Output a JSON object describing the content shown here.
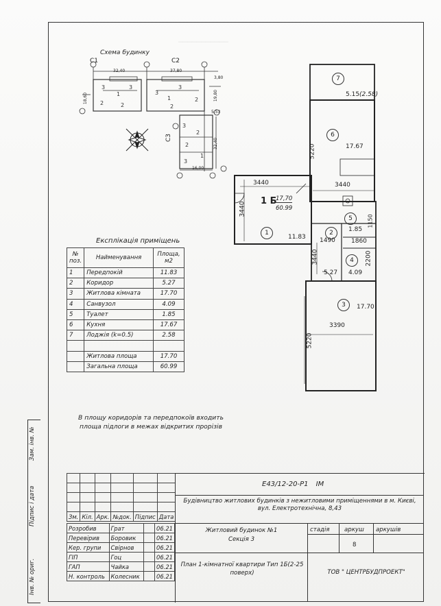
{
  "scheme": {
    "title": "Схема будинку",
    "sections": [
      "C1",
      "C2",
      "C3"
    ],
    "dims": [
      "32,40",
      "37,80",
      "32,40",
      "16,00",
      "19,80",
      "18,60",
      "3,80",
      "5,53"
    ]
  },
  "plan": {
    "apt_type": "1 Б",
    "living_area": "17,70",
    "total_area": "60.99",
    "dims": {
      "d1": "3440",
      "d2": "3440",
      "d3": "5220",
      "d4": "3440",
      "d5": "1490",
      "d6": "1860",
      "d7": "2200",
      "d8": "1150",
      "d9": "3440",
      "d10": "3390",
      "d11": "5220"
    },
    "rooms": [
      {
        "n": "1",
        "area": "11.83"
      },
      {
        "n": "2",
        "area": "5.27"
      },
      {
        "n": "3",
        "area": "17.70"
      },
      {
        "n": "4",
        "area": "4.09"
      },
      {
        "n": "5",
        "area": "1.85"
      },
      {
        "n": "6",
        "area": "17.67"
      },
      {
        "n": "7",
        "area": "5.15",
        "extra": "(2.58)"
      }
    ]
  },
  "explication": {
    "title": "Експлікація приміщень",
    "headers": {
      "no": "№",
      "no2": "поз.",
      "name": "Найменування",
      "area": "Площа,",
      "unit": "м2"
    },
    "rows": [
      {
        "no": "1",
        "name": "Передпокій",
        "area": "11.83"
      },
      {
        "no": "2",
        "name": "Коридор",
        "area": "5.27"
      },
      {
        "no": "3",
        "name": "Житлова кімната",
        "area": "17.70"
      },
      {
        "no": "4",
        "name": "Санвузол",
        "area": "4.09"
      },
      {
        "no": "5",
        "name": "Туалет",
        "area": "1.85"
      },
      {
        "no": "6",
        "name": "Кухня",
        "area": "17.67"
      },
      {
        "no": "7",
        "name": "Лоджія (k=0.5)",
        "area": "2.58"
      }
    ],
    "totals": [
      {
        "name": "Житлова площа",
        "area": "17.70"
      },
      {
        "name": "Загальна площа",
        "area": "60.99"
      }
    ]
  },
  "note": "В площу коридорів та передпокоїв входить площа підлоги в межах відкритих прорізів",
  "side_labels": [
    "Зам. інв. №",
    "Підпис і дата",
    "Інв. № ориг."
  ],
  "stamp": {
    "code": "Е43/12-20-Р1",
    "code_suffix": "ІМ",
    "project": "Будівництво житлових будинків з нежитловими приміщеннями в м. Києві, вул. Електротехнічна, 8,43",
    "building": "Житловий будинок №1",
    "section": "Секція 3",
    "sheet_title": "План 1-кімнатної квартири Тип 1Б(2-25 поверх)",
    "stage_h": "стадія",
    "sheet_h": "аркуш",
    "sheets_h": "аркушів",
    "sheet": "8",
    "company": "ТОВ \" ЦЕНТРБУДПРОЕКТ\"",
    "cols": [
      "Зм.",
      "Кіл.",
      "Арк.",
      "№док.",
      "Підпис",
      "Дата"
    ],
    "people": [
      {
        "role": "Розробив",
        "name": "Грат",
        "date": "06.21"
      },
      {
        "role": "Перевірив",
        "name": "Боровик",
        "date": "06.21"
      },
      {
        "role": "Кер. групи",
        "name": "Свірнов",
        "date": "06.21"
      },
      {
        "role": "ГІП",
        "name": "Гоц",
        "date": "06.21"
      },
      {
        "role": "ГАП",
        "name": "Чайка",
        "date": "06.21"
      },
      {
        "role": "Н. контроль",
        "name": "Колесник",
        "date": "06.21"
      }
    ]
  }
}
